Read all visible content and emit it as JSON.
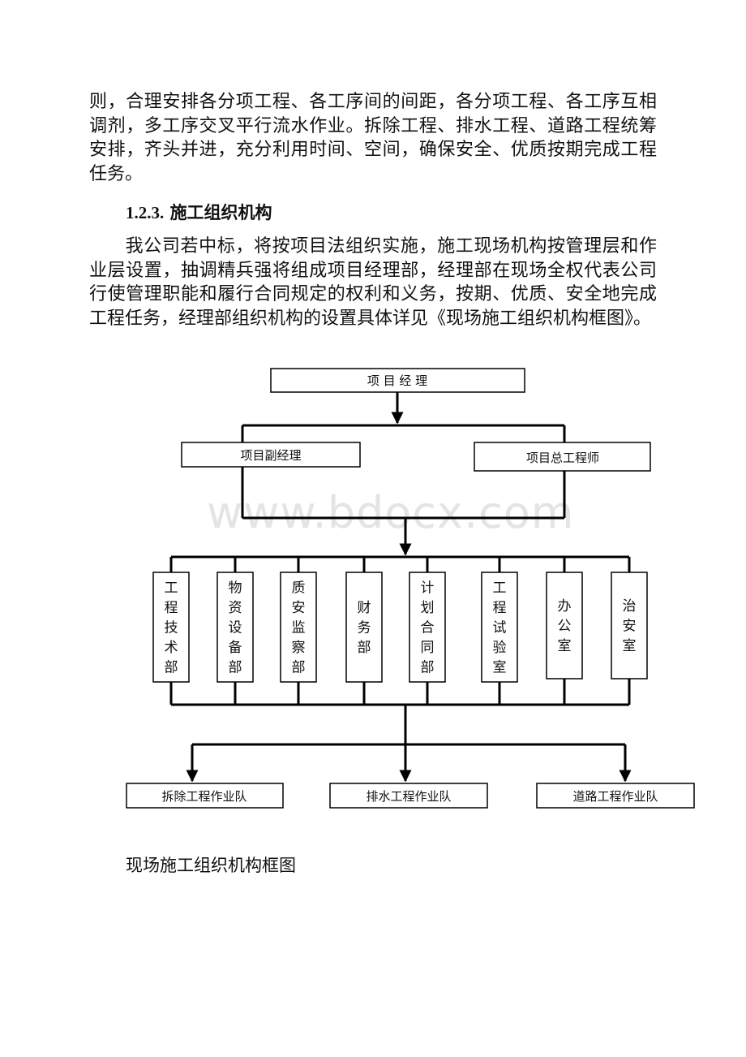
{
  "document": {
    "para1": "则，合理安排各分项工程、各工序间的间距，各分项工程、各工序互相调剂，多工序交叉平行流水作业。拆除工程、排水工程、道路工程统筹安排，齐头并进，充分利用时间、空间，确保安全、优质按期完成工程任务。",
    "heading_number": "1.2.3.",
    "heading_text": "施工组织机构",
    "para2": "我公司若中标，将按项目法组织实施，施工现场机构按管理层和作业层设置，抽调精兵强将组成项目经理部，经理部在现场全权代表公司行使管理职能和履行合同规定的权利和义务，按期、优质、安全地完成工程任务，经理部组织机构的设置具体详见《现场施工组织机构框图》。",
    "caption": "现场施工组织机构框图",
    "watermark": "www.bdocx.com"
  },
  "org_chart": {
    "top": "项 目 经 理",
    "deputies": [
      "项目副经理",
      "项目总工程师"
    ],
    "departments": [
      "工程技术部",
      "物资设备部",
      "质安监察部",
      "财务部",
      "计划合同部",
      "工程试验室",
      "办公室",
      "治安室"
    ],
    "teams": [
      "拆除工程作业队",
      "排水工程作业队",
      "道路工程作业队"
    ]
  }
}
